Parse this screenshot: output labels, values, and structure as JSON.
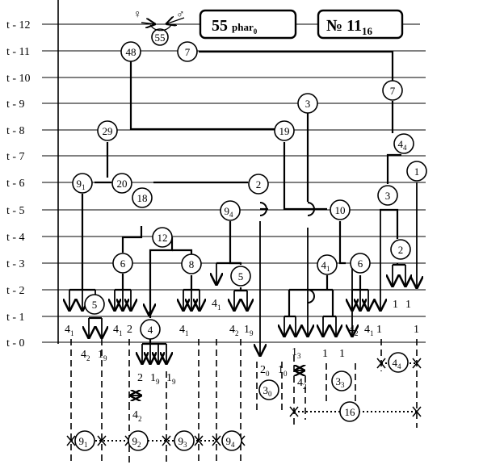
{
  "time_labels": [
    "t - 12",
    "t - 11",
    "t - 10",
    "t - 9",
    "t - 8",
    "t - 7",
    "t - 6",
    "t - 5",
    "t - 4",
    "t - 3",
    "t - 2",
    "t - 1",
    "t - 0"
  ],
  "header": {
    "female_symbol": "♀",
    "male_symbol": "♂",
    "phar_number": "55",
    "phar_word": "phar",
    "phar_sub": "0",
    "no_main": "№ 11",
    "no_sub": "16"
  },
  "nodes": {
    "n55": "55",
    "n48": "48",
    "n7a": "7",
    "n7b": "7",
    "n3a": "3",
    "n29": "29",
    "n19": "19",
    "n44": "4",
    "n1a": "1",
    "n91": "9",
    "n20": "20",
    "n2a": "2",
    "n18": "18",
    "n3b": "3",
    "n94": "9",
    "n10": "10",
    "n12": "12",
    "n2b": "2",
    "n6a": "6",
    "n8": "8",
    "n5a": "5",
    "n41": "4",
    "n6b": "6",
    "n5b": "5",
    "n4c": "4",
    "b30": "3",
    "b43": "3",
    "b44": "4",
    "b16": "16",
    "b91": "9",
    "b92": "9",
    "b93": "9",
    "b94": "9"
  },
  "node_subs": {
    "n44": "4",
    "n91": "1",
    "n94": "4",
    "n41": "1",
    "b30": "0",
    "b43": "3",
    "b44": "4",
    "b91": "1",
    "b92": "2",
    "b93": "3",
    "b94": "4"
  },
  "labels": [
    {
      "t": "1",
      "s": ""
    },
    {
      "t": "1",
      "s": ""
    },
    {
      "t": "4",
      "s": "1"
    },
    {
      "t": "4",
      "s": "1"
    },
    {
      "t": "4",
      "s": "1"
    },
    {
      "t": "4",
      "s": "2"
    },
    {
      "t": "4",
      "s": "1"
    },
    {
      "t": "4",
      "s": "2"
    },
    {
      "t": "1",
      "s": "9"
    },
    {
      "t": "2",
      "s": ""
    },
    {
      "t": "4",
      "s": "1"
    },
    {
      "t": "1",
      "s": ""
    },
    {
      "t": "1",
      "s": ""
    },
    {
      "t": "4",
      "s": "2"
    },
    {
      "t": "1",
      "s": "9"
    },
    {
      "t": "1",
      "s": "3"
    },
    {
      "t": "2",
      "s": "0"
    },
    {
      "t": "1",
      "s": "0"
    },
    {
      "t": "4",
      "s": "2"
    },
    {
      "t": "1",
      "s": ""
    },
    {
      "t": "1",
      "s": ""
    },
    {
      "t": "2",
      "s": ""
    },
    {
      "t": "1",
      "s": "9"
    },
    {
      "t": "1",
      "s": "9"
    },
    {
      "t": "4",
      "s": "2"
    }
  ]
}
